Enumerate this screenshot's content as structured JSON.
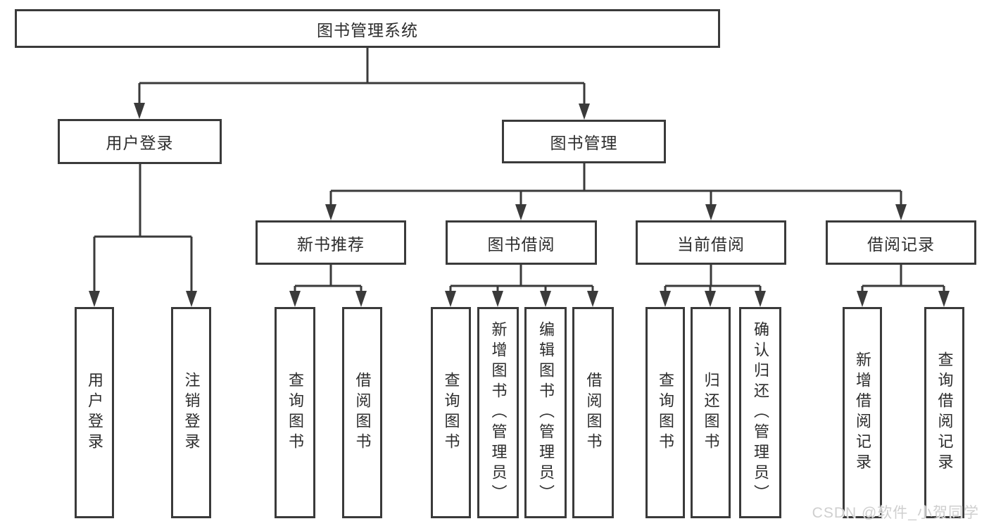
{
  "diagram": {
    "root": {
      "label": "图书管理系统"
    },
    "level2": [
      {
        "label": "用户登录"
      },
      {
        "label": "图书管理"
      }
    ],
    "level3": [
      {
        "label": "新书推荐",
        "parent": "图书管理"
      },
      {
        "label": "图书借阅",
        "parent": "图书管理"
      },
      {
        "label": "当前借阅",
        "parent": "图书管理"
      },
      {
        "label": "借阅记录",
        "parent": "图书管理"
      }
    ],
    "leaves": [
      {
        "label": "用户登录",
        "parent": "用户登录"
      },
      {
        "label": "注销登录",
        "parent": "用户登录"
      },
      {
        "label": "查询图书",
        "parent": "新书推荐"
      },
      {
        "label": "借阅图书",
        "parent": "新书推荐"
      },
      {
        "label": "查询图书",
        "parent": "图书借阅"
      },
      {
        "label": "新增图书（管理员）",
        "parent": "图书借阅"
      },
      {
        "label": "编辑图书（管理员）",
        "parent": "图书借阅"
      },
      {
        "label": "借阅图书",
        "parent": "图书借阅"
      },
      {
        "label": "查询图书",
        "parent": "当前借阅"
      },
      {
        "label": "归还图书",
        "parent": "当前借阅"
      },
      {
        "label": "确认归还（管理员）",
        "parent": "当前借阅"
      },
      {
        "label": "新增借阅记录",
        "parent": "借阅记录"
      },
      {
        "label": "查询借阅记录",
        "parent": "借阅记录"
      }
    ]
  },
  "watermark": {
    "text": "CSDN @软件_小贺同学"
  },
  "colors": {
    "line": "#3a3a3a",
    "text": "#2d2d2d",
    "node_background": "#ffffff",
    "page_background": "#ffffff",
    "watermark": "#cccccc"
  }
}
